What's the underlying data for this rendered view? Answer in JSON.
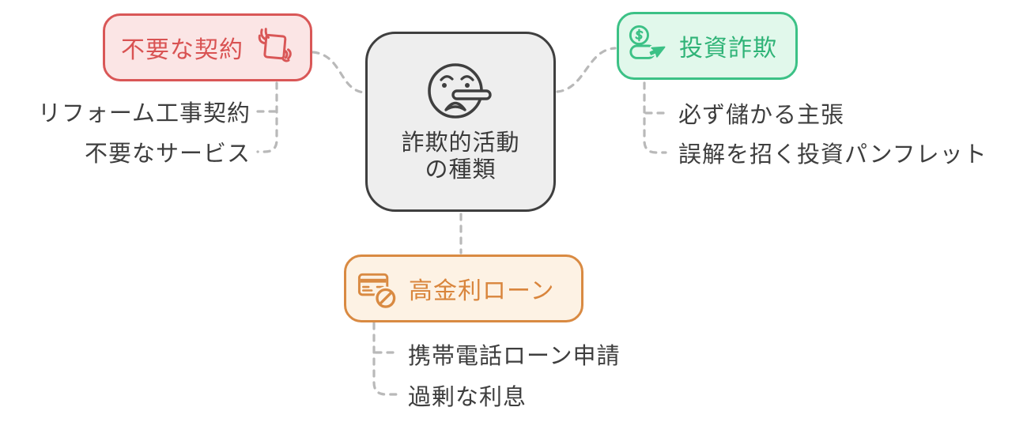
{
  "diagram_title": "詐欺的活動の種類 (mind map)",
  "center_node": {
    "label_line1": "詐欺的活動",
    "label_line2": "の種類",
    "icon": "lying-face-icon",
    "border_color": "#3f3f3f",
    "fill_color": "#eeeeee"
  },
  "branches": [
    {
      "label": "不要な契約",
      "icon": "hand-holding-contract-icon",
      "accent_color": "#d95757",
      "fill_color": "#fbe5e5",
      "children": [
        "リフォーム工事契約",
        "不要なサービス"
      ]
    },
    {
      "label": "投資詐欺",
      "icon": "dollar-coin-click-icon",
      "accent_color": "#3cc186",
      "fill_color": "#e1f8eb",
      "children": [
        "必ず儲かる主張",
        "誤解を招く投資パンフレット"
      ]
    },
    {
      "label": "高金利ローン",
      "icon": "credit-card-blocked-icon",
      "accent_color": "#d98a42",
      "fill_color": "#fdf2e4",
      "children": [
        "携帯電話ローン申請",
        "過剰な利息"
      ]
    }
  ],
  "connector_color": "#b9b9b9",
  "child_text_color": "#3e3e3e"
}
